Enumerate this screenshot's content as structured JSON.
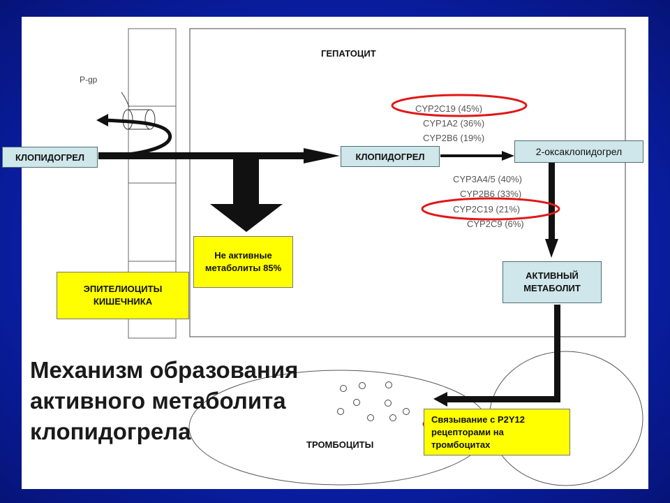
{
  "hepatocyte_label": "ГЕПАТОЦИТ",
  "pgp_label": "P-gp",
  "clopidogrel_left": "КЛОПИДОГРЕЛ",
  "clopidogrel_mid": "КЛОПИДОГРЕЛ",
  "oxo_label": "2-оксаклопидогрел",
  "inactive_label": "Не активные метаболиты 85%",
  "enterocytes_label": "ЭПИТЕЛИОЦИТЫ КИШЕЧНИКА",
  "active_metabolite_label": "АКТИВНЫЙ МЕТАБОЛИТ",
  "binding_label": "Связывание с P2Y12 рецепторами на тромбоцитах",
  "platelets_label": "ТРОМБОЦИТЫ",
  "enzymes_step1": [
    "CYP2C19 (45%)",
    "CYP1A2 (36%)",
    "CYP2B6 (19%)"
  ],
  "enzymes_step2": [
    "CYP3A4/5 (40%)",
    "CYP2B6 (33%)",
    "CYP2C19 (21%)",
    "CYP2C9 (6%)"
  ],
  "title": "Механизм образования активного метаболита клопидогрела",
  "colors": {
    "highlight": "#e01818",
    "box_blue": "#cfe6ea",
    "box_yellow": "#ffff00",
    "arrow": "#111111"
  }
}
